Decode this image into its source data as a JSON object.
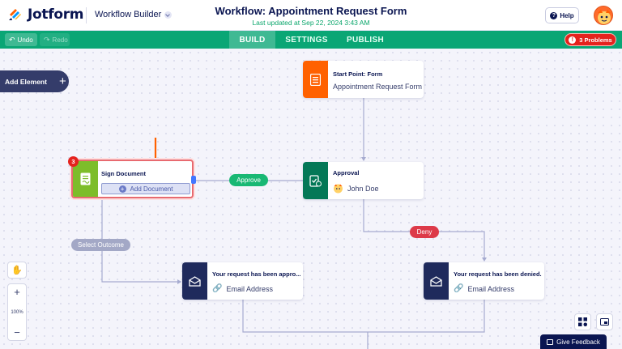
{
  "header": {
    "brand": "Jotform",
    "workflow_builder": "Workflow Builder",
    "title": "Workflow: Appointment Request Form",
    "subtitle": "Last updated at Sep 22, 2024 3:43 AM",
    "help_label": "Help"
  },
  "toolbar": {
    "undo_label": "Undo",
    "redo_label": "Redo",
    "tabs": [
      {
        "label": "BUILD",
        "active": true
      },
      {
        "label": "SETTINGS",
        "active": false
      },
      {
        "label": "PUBLISH",
        "active": false
      }
    ],
    "problems_label": "3 Problems",
    "accent_color": "#0aa675"
  },
  "canvas": {
    "add_element_label": "Add Element",
    "nodes": {
      "start": {
        "title": "Start Point: Form",
        "subtitle": "Appointment Request Form",
        "icon": "form-icon",
        "color": "#ff6100"
      },
      "approval": {
        "title": "Approval",
        "subtitle": "John Doe",
        "icon": "approval-icon",
        "color": "#047857"
      },
      "sign": {
        "title": "Sign Document",
        "button": "Add Document",
        "badge": "3",
        "icon": "sign-document-icon",
        "color": "#7dbd2a"
      },
      "email1": {
        "title": "Your request has been appro...",
        "subtitle": "Email Address",
        "icon": "email-icon"
      },
      "email2": {
        "title": "Your request has been denied.",
        "subtitle": "Email Address",
        "icon": "email-icon"
      }
    },
    "labels": {
      "approve": "Approve",
      "deny": "Deny",
      "select_outcome": "Select Outcome"
    },
    "zoom_level": "100%",
    "feedback_label": "Give Feedback"
  }
}
